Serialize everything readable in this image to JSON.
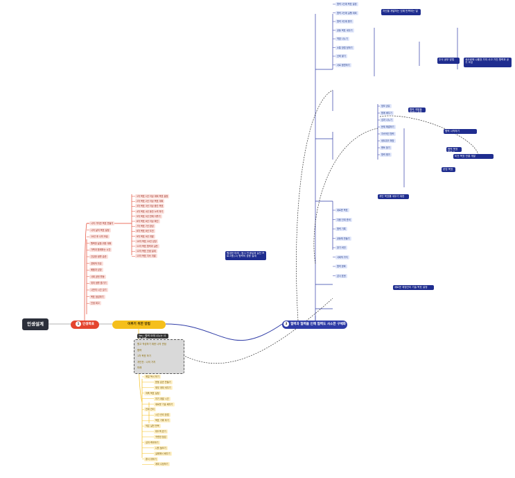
{
  "root": {
    "label": "인생설계"
  },
  "branches": {
    "red": {
      "num": "1",
      "label": "인생목표"
    },
    "yellow": {
      "label": "이루기 위한 방법"
    },
    "blue": {
      "num": "3",
      "label": "협력과 협력을 인해 협력도 사소한 구체화"
    }
  },
  "notes": {
    "blue_top": "자신을 개발하는 것에 만족하는 일",
    "blue_right_1": "주식 공부 방법",
    "blue_right_2": "새사람에 나를표 가치 사고 가진 협력과 공기 조성",
    "blue_mid_1": "협력 개발을 위해서 공부 하기",
    "blue_mid_2": "협력 시작하기",
    "blue_mid_3": "협력 목표 만들기",
    "blue_mid_4": "비전 목표 연결 개발",
    "blue_mid_5": "본업 목표",
    "blue_bot_1": "개인 목표를 세우기 위한",
    "blue_bot_2": "새로운 재정관리 기술 목표 설정",
    "red_side": "원대한 미래 : 동시 인생설계 실천 프로그램 (2) 협력의 공동 설계",
    "yellow_dark": "Yes : 협력 오래 나누는 사람 오래",
    "dashed_items": [
      "원고 작성하기 위한 나의 관점",
      "협력",
      "1차 목표 하기",
      "개인전 : 나의 가치",
      "미래"
    ]
  },
  "red_items": [
    "1차 목표 1년 이상 계획 목표 설정",
    "2차 목표 2년 이상 목표 계획",
    "3차 목표 3년 이상 중간 목표",
    "4차 목표 4년 동안 노력 하기",
    "5차 목표 5년 만에 이루기",
    "6차 목표 6년 이상 확인",
    "7차 목표 7년 완성",
    "8차 목표 8년 도전",
    "9차 목표 9년 개발",
    "10차 목표 10년 성장",
    "11차 목표 협력과 실천",
    "12차 목표 인생 설계",
    "13차 목표 지속 개발"
  ],
  "red_subs": [
    "나의 가치관 목표 만들기",
    "나의 삶의 목표 설정",
    "10년 후 나의 모습",
    "행복한 삶을 위한 계획",
    "가족과 함께하는 시간",
    "건강한 생활 습관",
    "경제적 자유",
    "배움과 성장",
    "사회 공헌 활동",
    "취미 생활 즐기기",
    "나만의 시간 갖기",
    "목표 점검하기",
    "인생 회고"
  ],
  "yellow_items": [
    "매일 독서 하기",
    "운동 습관 만들기",
    "재무 계획 세우기",
    "저축 목표 설정",
    "자기 계발 시간",
    "새로운 기술 배우기",
    "관계 관리",
    "시간 관리 방법",
    "목표 기록 하기",
    "작은 실천 반복",
    "피드백 받기",
    "꾸준한 점검",
    "성과 축하하기",
    "나를 돌보기",
    "실패에서 배우기",
    "휴식 취하기",
    "계획 수정하기"
  ],
  "blue_items": [
    "협력 1단계 목표 설정",
    "협력 2단계 실행 계획",
    "협력 3단계 평가",
    "공동 목표 세우기",
    "역할 나누기",
    "소통 방법 정하기",
    "신뢰 쌓기",
    "서로 응원하기",
    "정보 공유",
    "함께 배우기",
    "성과 나누기",
    "문제 해결하기",
    "지속적인 협력",
    "네트워크 확장",
    "멘토 찾기",
    "협력 평가",
    "새로운 목표",
    "다음 단계 준비",
    "협력 기록",
    "공동체 만들기",
    "장기 비전",
    "사회적 가치",
    "협력 문화",
    "감사 표현"
  ]
}
